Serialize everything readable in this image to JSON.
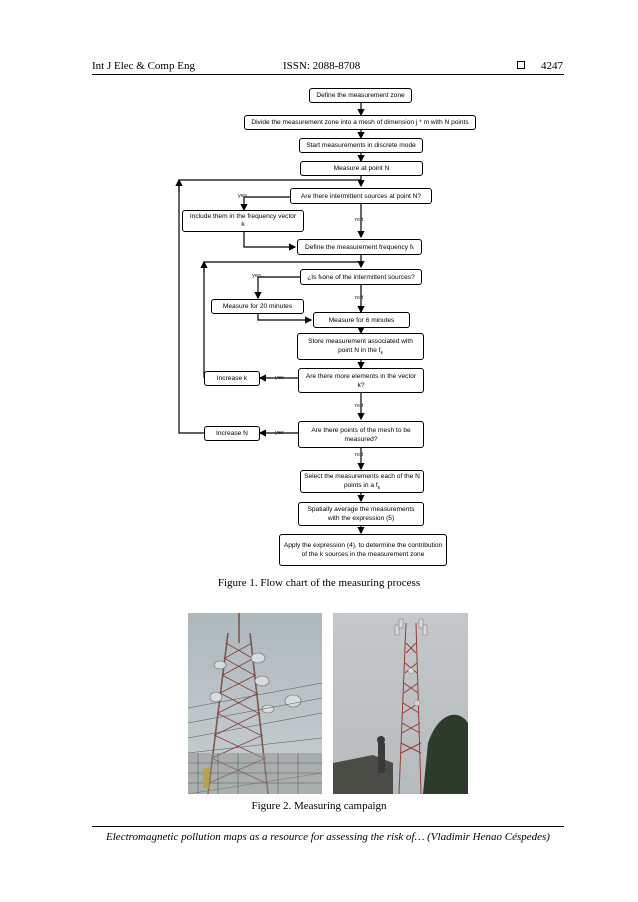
{
  "header": {
    "journal": "Int J Elec & Comp Eng",
    "issn": "ISSN: 2088-8708",
    "page": "4247"
  },
  "flowchart": {
    "define_zone": "Define the measurement zone",
    "divide_mesh": "Divide the measurement zone into a mesh of dimension j * m with N points",
    "start_discrete": "Start measurements in discrete mode",
    "measure_point": "Measure at point N",
    "intermittent_q": "Are there intermittent sources at point N?",
    "include_vector": "Include them in the frequency vector",
    "include_vector_k": "k",
    "define_freq": "Define the measurement frequency f",
    "define_freq_sub": "k",
    "is_fk_pre": "¿Is f",
    "is_fk_sub": "k",
    "is_fk_post": " one of the intermittent sources?",
    "measure_20": "Measure for 20 minutes",
    "measure_6": "Measure for 6 minutes",
    "store_line1": "Store measurement associated with",
    "store_line2": "point N in the f",
    "store_sub": "k",
    "more_elements": "Are there more elements in the vector k?",
    "increase_k": "Increase k",
    "more_points": "Are there points of the mesh to be measured?",
    "increase_n": "Increase N",
    "select_line1": "Select the measurements each of the N",
    "select_line2": "points in a f",
    "select_sub": "k",
    "spatial_avg": "Spatially average the measurements with the expression (5)",
    "apply_expr": "Apply the expression (4), to determine the contribution of the k sources in the measurement zone",
    "yes": "yes",
    "not": "not"
  },
  "figure1_caption": "Figure 1. Flow chart of the measuring process",
  "figure2_caption": "Figure 2. Measuring campaign",
  "footer": "Electromagnetic pollution maps as a resource for assessing the risk of… (Vladimir Henao Céspedes)"
}
